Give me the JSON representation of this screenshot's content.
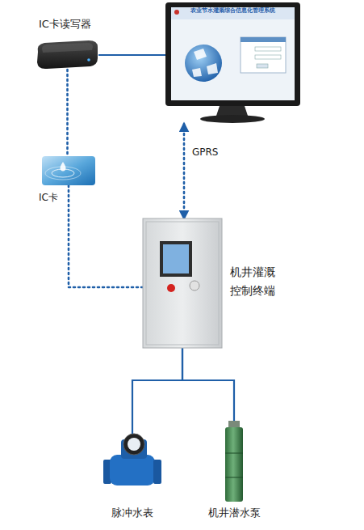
{
  "diagram": {
    "nodes": [
      {
        "text": [
          "IC卡读写器"
        ]
      },
      {
        "text": [
          "农业节水灌溉综合信息化管理系统"
        ]
      },
      {
        "text": [
          "IC卡"
        ]
      },
      {
        "text": [
          "机井灌溉 控制终端"
        ]
      },
      {
        "text": [
          "脉冲水表"
        ]
      },
      {
        "text": [
          "机井潜水泵"
        ]
      }
    ],
    "edges": [
      {
        "from": 0,
        "to": 1,
        "arrow": "none"
      },
      {
        "from": 0,
        "to": 2,
        "arrow": "none"
      },
      {
        "from": 2,
        "to": 3,
        "arrow": "none"
      },
      {
        "from": 1,
        "to": 3,
        "label": "GPRS",
        "arrow": "both"
      },
      {
        "from": 3,
        "to": 4,
        "arrow": "none"
      },
      {
        "from": 3,
        "to": 5,
        "arrow": "none"
      }
    ]
  }
}
